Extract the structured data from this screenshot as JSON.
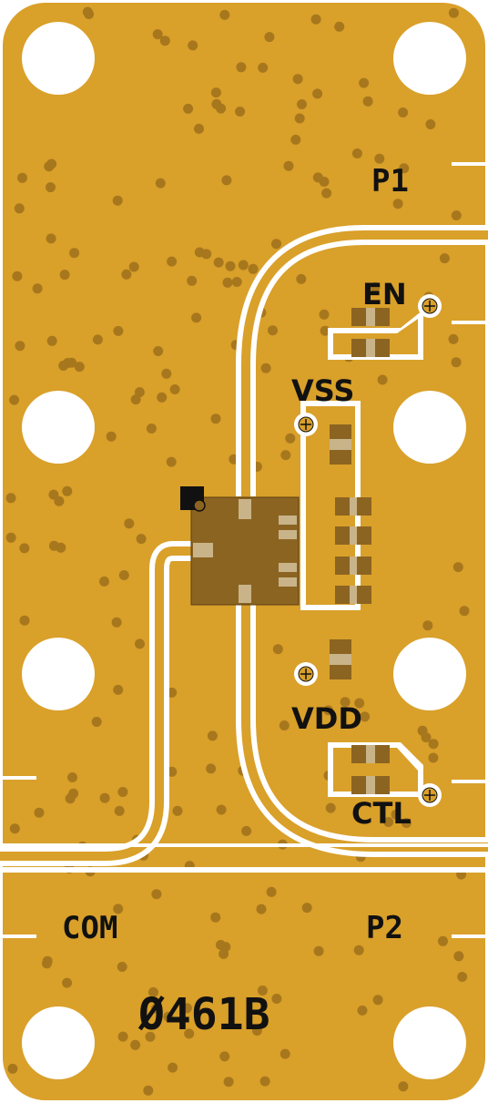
{
  "board": {
    "part_number": "Ø461B",
    "labels": {
      "p1": "P1",
      "p2": "P2",
      "com": "COM",
      "en": "EN",
      "vss": "VSS",
      "vdd": "VDD",
      "ctl": "CTL"
    },
    "colors": {
      "substrate": "#D9A02A",
      "via": "#A7771D",
      "copper_gap": "#FFFFFF",
      "chip_body": "#8C6421",
      "chip_pad": "#C9B48A",
      "component_pad": "#8C6421",
      "silkscreen": "#111111"
    },
    "icons": {
      "mounting_hole": "mounting-hole-icon",
      "test_point": "test-point-icon",
      "pin1_marker": "pin1-marker-icon"
    }
  }
}
